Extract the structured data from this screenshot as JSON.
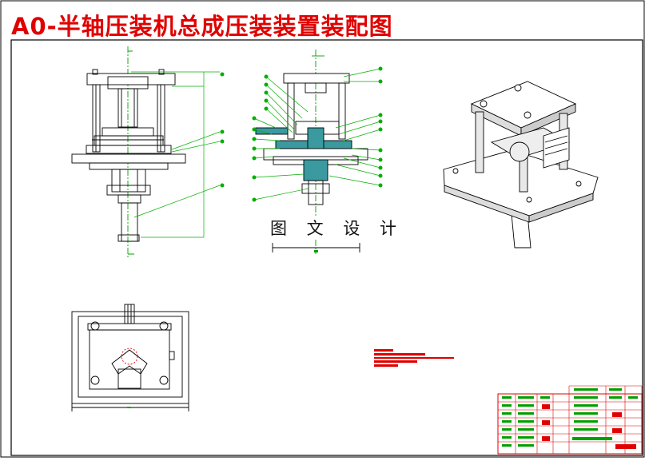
{
  "drawing": {
    "title": "A0-半轴压装机总成压装装置装配图",
    "watermark": "图 文 设 计"
  },
  "colors": {
    "title": "#e00000",
    "outline": "#000000",
    "leader": "#00b000",
    "center_line": "#00a000",
    "section_fill": "#3a9aa0",
    "annotation": "#e00000",
    "table_line": "#e00000",
    "table_text": "#00a000"
  },
  "views": [
    {
      "name": "front-view",
      "description_label": ""
    },
    {
      "name": "section-view",
      "description_label": ""
    },
    {
      "name": "top-view",
      "description_label": ""
    },
    {
      "name": "isometric-view",
      "description_label": ""
    }
  ],
  "icons": [
    "balloon-icon",
    "section-arrow-icon",
    "dimension-arrow-icon"
  ]
}
